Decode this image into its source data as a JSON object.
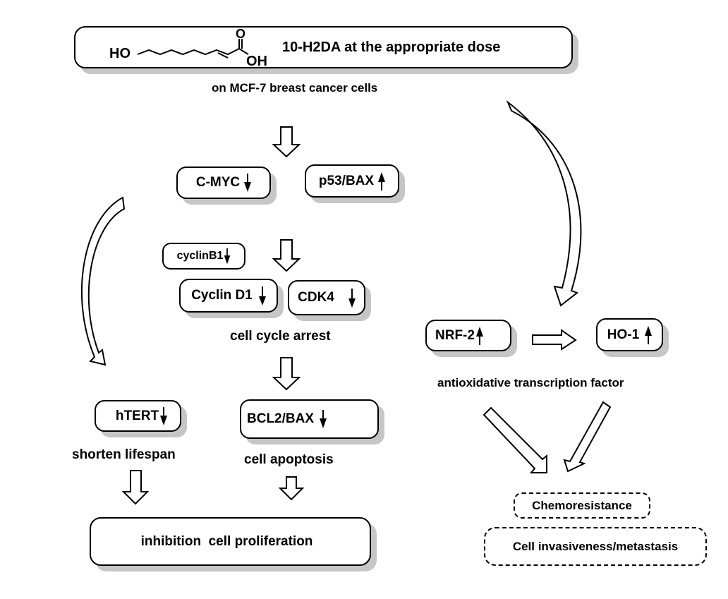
{
  "diagram": {
    "title_box": {
      "molecule": {
        "left_group": "HO",
        "carbonyl_oxygen": "O",
        "right_group": "OH",
        "name": "10-hydroxy-2-decenoic acid structure"
      },
      "label": "10-H2DA at the appropriate dose"
    },
    "subtitle": "on MCF-7 breast cancer cells",
    "nodes": {
      "cmyc": {
        "label": "C-MYC",
        "direction": "down"
      },
      "p53bax": {
        "label": "p53/BAX",
        "direction": "up"
      },
      "cyclinb1": {
        "label": "cyclinB1",
        "direction": "down"
      },
      "cyclind1": {
        "label": "Cyclin D1",
        "direction": "down"
      },
      "cdk4": {
        "label": "CDK4",
        "direction": "down"
      },
      "htert": {
        "label": "hTERT",
        "direction": "down"
      },
      "bcl2bax": {
        "label": "BCL2/BAX",
        "direction": "down"
      },
      "nrf2": {
        "label": "NRF-2",
        "direction": "up"
      },
      "ho1": {
        "label": "HO-1",
        "direction": "up"
      },
      "inhibition": {
        "label": "inhibition  cell proliferation"
      },
      "chemoresistance": {
        "label": "Chemoresistance"
      },
      "invasiveness": {
        "label": "Cell invasiveness/metastasis"
      }
    },
    "captions": {
      "cell_cycle_arrest": "cell cycle arrest",
      "shorten_lifespan": "shorten lifespan",
      "cell_apoptosis": "cell apoptosis",
      "antioxidative": "antioxidative transcription factor"
    },
    "colors": {
      "stroke": "#000000",
      "shadow": "#c6c6c6",
      "background": "#ffffff"
    }
  }
}
